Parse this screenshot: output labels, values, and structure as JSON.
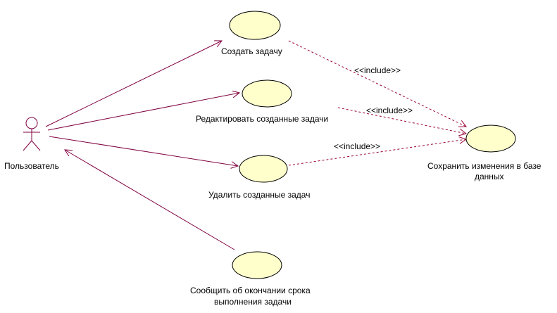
{
  "diagram": {
    "actor": {
      "name": "Пользователь"
    },
    "use_cases": {
      "create": "Создать задачу",
      "edit": "Редактировать созданные задачи",
      "delete": "Удалить созданные задач",
      "notify_line1": "Сообщить об окончании срока",
      "notify_line2": "выполнения задачи",
      "save_line1": "Сохранить изменения в базе",
      "save_line2": "данных"
    },
    "include_labels": {
      "create_save": "<<include>>",
      "edit_save": "<<include>>",
      "delete_save": "<<include>>"
    },
    "colors": {
      "use_case_fill": "#ffffcc",
      "use_case_stroke": "#000000",
      "association": "#800040",
      "include": "#990033"
    }
  }
}
